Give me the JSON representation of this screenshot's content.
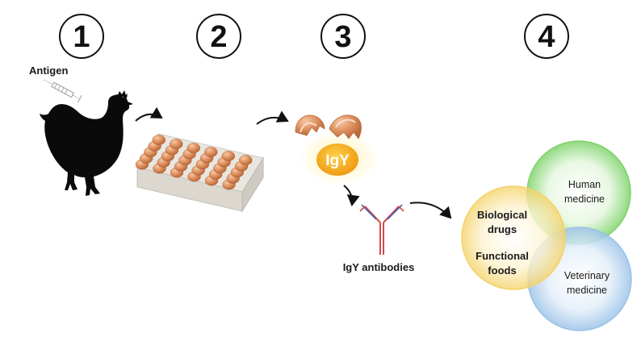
{
  "steps": [
    "1",
    "2",
    "3",
    "4"
  ],
  "labels": {
    "antigen": "Antigen",
    "igy_yolk": "IgY",
    "igy_antibodies": "IgY antibodies"
  },
  "applications": {
    "biological_drugs_line1": "Biological",
    "biological_drugs_line2": "drugs",
    "functional_foods_line1": "Functional",
    "functional_foods_line2": "foods",
    "human_medicine_line1": "Human",
    "human_medicine_line2": "medicine",
    "veterinary_medicine_line1": "Veterinary",
    "veterinary_medicine_line2": "medicine"
  },
  "icons": [
    "syringe-icon",
    "chicken-icon",
    "egg-tray-icon",
    "cracked-egg-icon",
    "antibody-icon",
    "arrow-icon"
  ],
  "colors": {
    "yellow_circle": "#f4d36a",
    "green_circle": "#7ed36b",
    "blue_circle": "#9cc3e8",
    "egg": "#d9875a",
    "yolk": "#f2a81d",
    "antibody_red": "#d24a4a",
    "antibody_blue": "#4a5fb0"
  }
}
